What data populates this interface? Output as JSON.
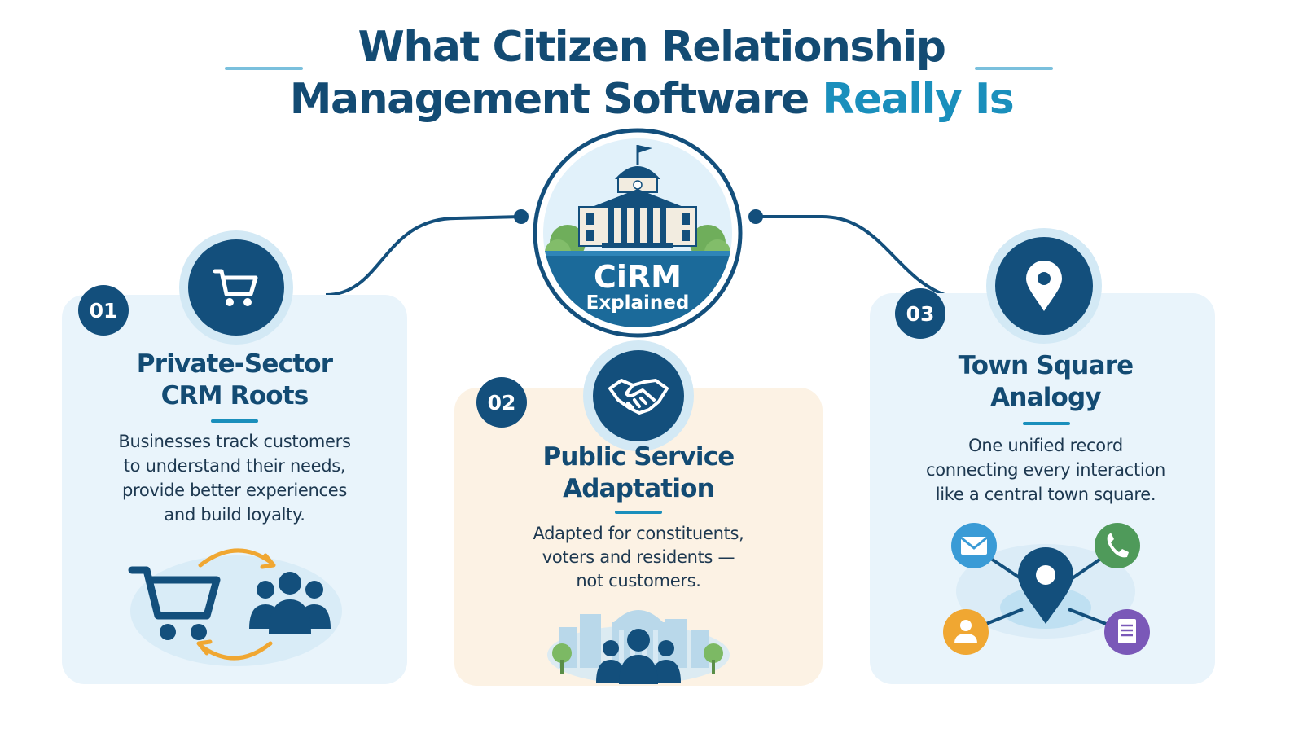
{
  "header": {
    "title_line1": "What Citizen Relationship",
    "title_line2_main": "Management Software ",
    "title_line2_accent": "Really Is"
  },
  "emblem": {
    "acronym": "CiRM",
    "subtitle": "Explained"
  },
  "cards": [
    {
      "number": "01",
      "icon": "shopping-cart-icon",
      "title_line1": "Private-Sector",
      "title_line2": "CRM Roots",
      "text_lines": [
        "Businesses track customers",
        "to understand their needs,",
        "provide better experiences",
        "and build loyalty."
      ]
    },
    {
      "number": "02",
      "icon": "handshake-icon",
      "title_line1": "Public Service",
      "title_line2": "Adaptation",
      "text_lines": [
        "Adapted for constituents,",
        "voters and residents —",
        "not customers."
      ]
    },
    {
      "number": "03",
      "icon": "location-pin-icon",
      "title_line1": "Town Square",
      "title_line2": "Analogy",
      "text_lines": [
        "One unified record",
        "connecting every interaction",
        "like a central town square."
      ]
    }
  ],
  "colors": {
    "navy": "#134f7c",
    "accent": "#1a8fbc",
    "card_blue": "#e9f4fb",
    "card_cream": "#fcf2e4",
    "mail": "#3a9bd6",
    "phone": "#4f9a5a",
    "person": "#f0a732",
    "document": "#7a58b8"
  }
}
